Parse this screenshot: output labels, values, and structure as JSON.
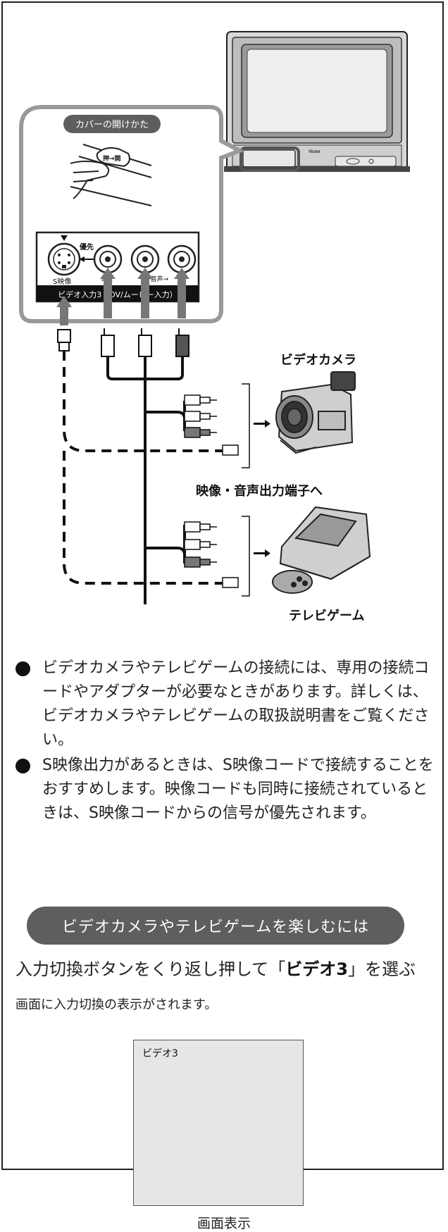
{
  "labels": {
    "cover_open": "カバーの開けかた",
    "push_open": "押→開",
    "priority": "優先",
    "s_video": "S映像",
    "jack_video": "映像",
    "jack_audio": "←音声→",
    "jack_panel_title": "ビデオ入力3（DV/ムービー入力）",
    "video_camera": "ビデオカメラ",
    "to_av_out": "映像・音声出力端子へ",
    "tv_game": "テレビゲーム",
    "tv_brand": "Victor"
  },
  "notes": [
    "ビデオカメラやテレビゲームの接続には、専用の接続コードやアダプターが必要なときがあります。詳しくは、ビデオカメラやテレビゲームの取扱説明書をご覧ください。",
    "S映像出力があるときは、S映像コードで接続することをおすすめします。映像コードも同時に接続されているときは、S映像コードからの信号が優先されます。"
  ],
  "section_title": "ビデオカメラやテレビゲームを楽しむには",
  "step": {
    "prefix": "入力切換ボタンをくり返し押して「",
    "emphasis": "ビデオ3",
    "suffix": "」を選ぶ"
  },
  "step_note": "画面に入力切換の表示がされます。",
  "screen": {
    "display_text": "ビデオ3",
    "caption": "画面表示"
  },
  "colors": {
    "banner": "#5e5e5e",
    "screen_bg": "#e6e6e6",
    "ink": "#222222"
  }
}
